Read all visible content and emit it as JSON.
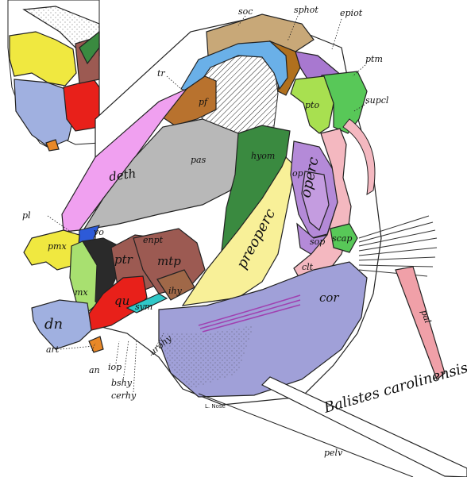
{
  "title": "Balistes carolinensis",
  "signature": "L. Nose",
  "labels": {
    "soc": "soc",
    "sphot": "sphot",
    "epiot": "epiot",
    "ptm": "ptm",
    "supcl": "supcl",
    "tr": "tr",
    "pf": "pf",
    "pto": "pto",
    "pas": "pas",
    "hyom": "hyom",
    "deth": "deth",
    "op": "op",
    "operc": "operc",
    "pl": "pl",
    "pmx": "pmx",
    "vo": "vo",
    "enpt": "enpt",
    "ptr": "ptr",
    "mtp": "mtp",
    "preoperc": "preoperc",
    "sop": "sop",
    "scap": "scap",
    "clt": "clt",
    "mx": "mx",
    "qu": "qu",
    "sym": "sym",
    "ihy": "ihy",
    "cor": "cor",
    "pal": "pal",
    "dn": "dn",
    "art": "art",
    "an": "an",
    "iop": "iop",
    "bshy": "bshy",
    "cerhy": "cerhy",
    "urohy": "urohy",
    "pelv": "pelv"
  },
  "colors": {
    "soc": "#c8a878",
    "sphot": "#b0701e",
    "epiot": "#a878d0",
    "ptm": "#58c858",
    "pto": "#a8e050",
    "pf": "#b8722e",
    "tr": "#6ab0e8",
    "deth": "#f0a0f0",
    "pas": "#b8b8b8",
    "hyom": "#3a8a40",
    "preoperc": "#f8f098",
    "operc": "#b48ad8",
    "clt": "#f4b8c0",
    "cor": "#a0a0d8",
    "pmx": "#f0e840",
    "mx": "#a8e070",
    "vo": "#2d5ad8",
    "ptr": "#9c5a52",
    "mtp": "#9c5a52",
    "qu": "#e8201a",
    "sym": "#30c8c8",
    "ihy": "#a06848",
    "dn": "#a0b0e0",
    "art": "#e88828",
    "pal": "#f0a0a8"
  }
}
